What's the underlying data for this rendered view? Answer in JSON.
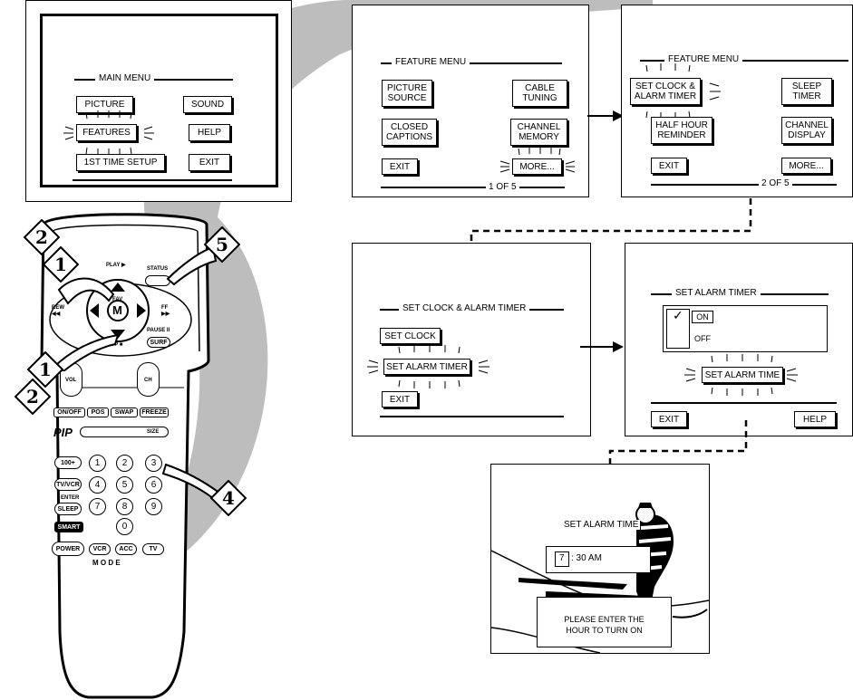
{
  "main_menu": {
    "title": "MAIN MENU",
    "picture": "PICTURE",
    "sound": "SOUND",
    "features": "FEATURES",
    "help": "HELP",
    "setup": "1ST TIME SETUP",
    "exit": "EXIT"
  },
  "feature_menu_1": {
    "title": "FEATURE MENU",
    "picture_source": "PICTURE\nSOURCE",
    "cable_tuning": "CABLE\nTUNING",
    "closed_captions": "CLOSED\nCAPTIONS",
    "channel_memory": "CHANNEL\nMEMORY",
    "exit": "EXIT",
    "more": "MORE...",
    "page": "1 OF 5"
  },
  "feature_menu_2": {
    "title": "FEATURE MENU",
    "set_clock": "SET CLOCK &\nALARM TIMER",
    "sleep_timer": "SLEEP\nTIMER",
    "half_hour": "HALF HOUR\nREMINDER",
    "channel_display": "CHANNEL\nDISPLAY",
    "exit": "EXIT",
    "more": "MORE...",
    "page": "2 OF 5"
  },
  "clock_menu": {
    "title": "SET CLOCK & ALARM TIMER",
    "set_clock": "SET CLOCK",
    "set_alarm_timer": "SET ALARM TIMER",
    "exit": "EXIT"
  },
  "alarm_menu": {
    "title": "SET ALARM TIMER",
    "check": "✓",
    "on": "ON",
    "off": "OFF",
    "set_alarm_time": "SET ALARM TIME",
    "exit": "EXIT",
    "help": "HELP"
  },
  "alarm_time_screen": {
    "title": "SET ALARM TIME",
    "hour": "7",
    "rest": ": 30 AM",
    "message": "PLEASE ENTER THE\nHOUR TO TURN ON"
  },
  "remote": {
    "play": "PLAY ▶",
    "status": "STATUS",
    "rew": "REW\n◀◀",
    "ff": "FF\n▶▶",
    "stop": "STOP ■",
    "pause": "PAUSE II",
    "surf": "SURF",
    "fav": "FAV",
    "m": "M",
    "vol": "VOL",
    "ch": "CH",
    "on_off": "ON/OFF",
    "pos": "POS",
    "swap": "SWAP",
    "freeze": "FREEZE",
    "pip": "PIP",
    "size": "SIZE",
    "k100": "100+",
    "tvvcr": "TV/VCR",
    "enter": "ENTER",
    "sleep": "SLEEP",
    "smart": "SMART",
    "power": "POWER",
    "vcr": "VCR",
    "acc": "ACC",
    "tv": "TV",
    "mode": "M   O   D   E",
    "digits": [
      "1",
      "2",
      "3",
      "4",
      "5",
      "6",
      "7",
      "8",
      "9",
      "0"
    ]
  },
  "steps": {
    "s1a": "1",
    "s2a": "2",
    "s5": "5",
    "s1b": "1",
    "s2b": "2",
    "s4": "4"
  }
}
